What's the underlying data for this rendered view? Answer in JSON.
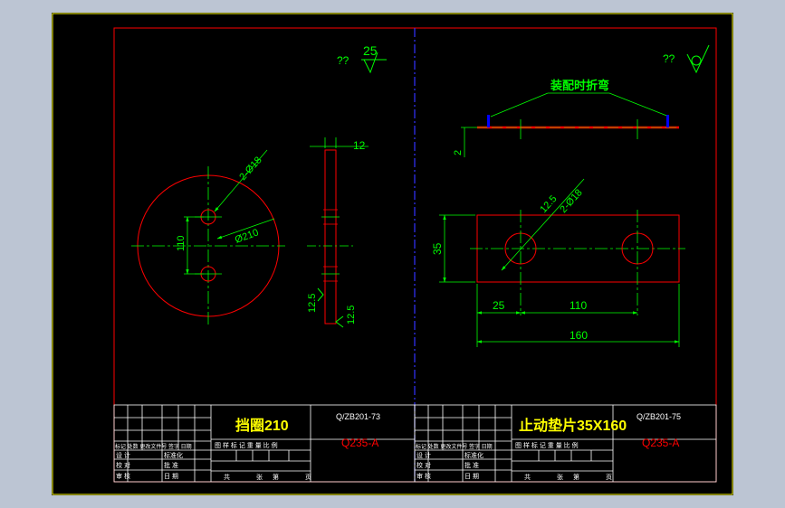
{
  "left_part": {
    "title": "挡圈210",
    "code": "Q/ZB201-73",
    "material": "Q235-A",
    "roughness_symbol_label": "??",
    "roughness_value": "25",
    "dims": {
      "holes": "2-Ø18",
      "diameter": "Ø210",
      "hole_spacing": "110",
      "thickness": "12",
      "rough_side": "12.5",
      "rough_bottom": "12.5"
    }
  },
  "right_part": {
    "title": "止动垫片35X160",
    "code": "Q/ZB201-75",
    "material": "Q235-A",
    "roughness_symbol_label": "??",
    "note": "装配时折弯",
    "dims": {
      "thickness": "2",
      "holes": "2-Ø18",
      "rough_hole": "12.5",
      "height": "35",
      "edge_to_hole": "25",
      "hole_spacing": "110",
      "length": "160"
    }
  },
  "title_block": {
    "labels": {
      "design": "设 计",
      "check": "校 对",
      "review": "审 核",
      "standardize": "标准化",
      "approve": "批 准",
      "date": "日 期",
      "header_row": "标记 处数 更改文件号 签字 日期",
      "stage_row": "图 样 标 记    重 量   比 例",
      "sheet_total": "共",
      "sheet_unit": "张",
      "sheet_no": "第",
      "page": "页"
    }
  },
  "colors": {
    "background": "#000000",
    "frame": "#ffffff",
    "border": "#ff0000",
    "dims": "#00ff00",
    "centerline": "#00ff00",
    "viewport_border": "#ffff00",
    "divider": "#0000ff",
    "text_white": "#ffffff",
    "text_yellow": "#ffff00",
    "text_red": "#ff0000"
  }
}
